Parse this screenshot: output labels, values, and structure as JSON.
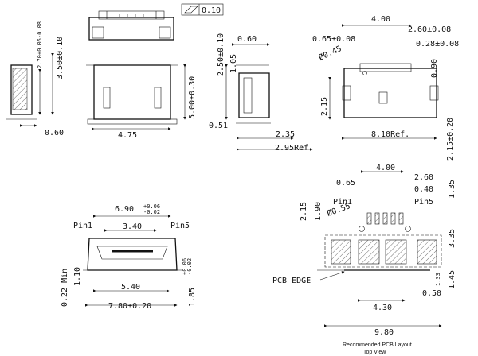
{
  "tolerance_box": {
    "value": "0.10"
  },
  "side_left": {
    "dims": [
      "2.70+0.05-0.08",
      "3.50±0.10",
      "0.60"
    ]
  },
  "front_top": {
    "dims": [
      "4.75",
      "5.00±0.30"
    ]
  },
  "side_mid": {
    "dims": [
      "0.60",
      "2.50±0.10",
      "1.05",
      "0.51",
      "2.35",
      "2.95Ref."
    ]
  },
  "top_right": {
    "dims": [
      "4.00",
      "2.60±0.08",
      "0.65±0.08",
      "0.28±0.08",
      "Ø0.45",
      "0.90",
      "2.15",
      "8.10Ref.",
      "2.15±0.20"
    ]
  },
  "front_bottom": {
    "dim_top": "6.90",
    "dim_top_tol_hi": "+0.06",
    "dim_top_tol_lo": "-0.02",
    "pin1": "Pin1",
    "pin5": "Pin5",
    "dim_mid": "3.40",
    "dim_inner": "5.40",
    "dim_outer": "7.80±0.20",
    "dim_min": "0.22 Min",
    "dim_h": "1.10",
    "dim_r": "1.85",
    "dim_r_tol_hi": "+0.06",
    "dim_r_tol_lo": "-0.02"
  },
  "pcb_layout": {
    "dims_top": [
      "4.00",
      "2.60",
      "0.65",
      "0.40"
    ],
    "pin1": "Pin1",
    "pin5": "Pin5",
    "dia": "Ø0.55",
    "dims_left": [
      "2.15",
      "1.90"
    ],
    "dims_right": [
      "1.35",
      "3.35",
      "1.33",
      "1.45",
      "0.50"
    ],
    "dim_center": "4.30",
    "dim_total": "9.80",
    "edge_label": "PCB EDGE",
    "caption_1": "Recommended PCB Layout",
    "caption_2": "Top View"
  }
}
